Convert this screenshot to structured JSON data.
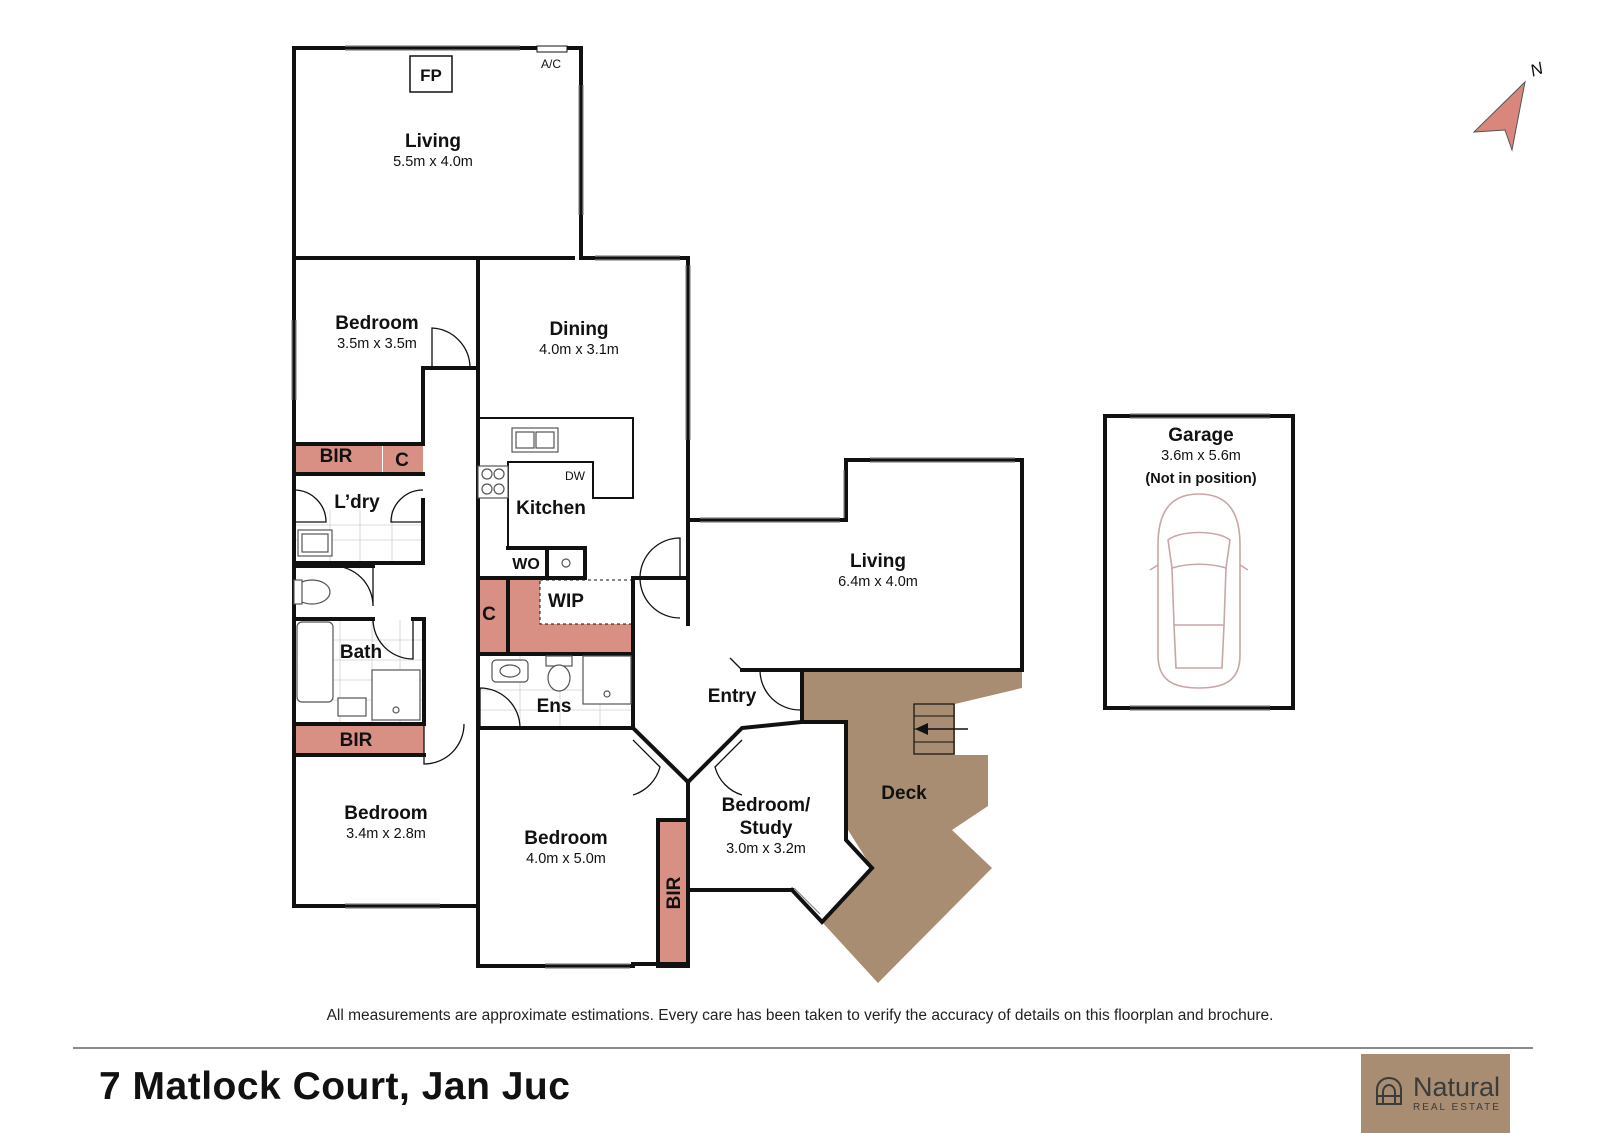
{
  "compass": {
    "label": "N"
  },
  "fixtures": {
    "fireplace": "FP",
    "aircon": "A/C",
    "dishwasher": "DW"
  },
  "rooms": {
    "living_top": {
      "name": "Living",
      "dims": "5.5m x 4.0m"
    },
    "bedroom_nw": {
      "name": "Bedroom",
      "dims": "3.5m x 3.5m"
    },
    "dining": {
      "name": "Dining",
      "dims": "4.0m x 3.1m"
    },
    "kitchen": {
      "name": "Kitchen"
    },
    "laundry": {
      "name": "L’dry"
    },
    "bir_nw": {
      "name": "BIR"
    },
    "cupboard_nw": {
      "name": "C"
    },
    "wo": {
      "name": "WO"
    },
    "wip": {
      "name": "WIP"
    },
    "cupboard_c": {
      "name": "C"
    },
    "bath": {
      "name": "Bath"
    },
    "ensuite": {
      "name": "Ens"
    },
    "bir_sw": {
      "name": "BIR"
    },
    "bedroom_sw": {
      "name": "Bedroom",
      "dims": "3.4m x 2.8m"
    },
    "bedroom_main": {
      "name": "Bedroom",
      "dims": "4.0m x 5.0m"
    },
    "bir_main": {
      "name": "BIR"
    },
    "entry": {
      "name": "Entry"
    },
    "study": {
      "name_line1": "Bedroom/",
      "name_line2": "Study",
      "dims": "3.0m x 3.2m"
    },
    "living_east": {
      "name": "Living",
      "dims": "6.4m x 4.0m"
    },
    "deck": {
      "name": "Deck"
    },
    "garage": {
      "name": "Garage",
      "dims": "3.6m x 5.6m",
      "note": "(Not in position)"
    }
  },
  "colors": {
    "cupboard": "#d88f84",
    "deck": "#a88d73",
    "compass": "#d9877d",
    "car": "#c9a6a6"
  },
  "footer": {
    "disclaimer": "All measurements are approximate estimations. Every care has been taken to verify the accuracy of details on this floorplan and brochure.",
    "address": "7 Matlock Court, Jan Juc"
  },
  "logo": {
    "title": "Natural",
    "subtitle": "REAL ESTATE"
  }
}
